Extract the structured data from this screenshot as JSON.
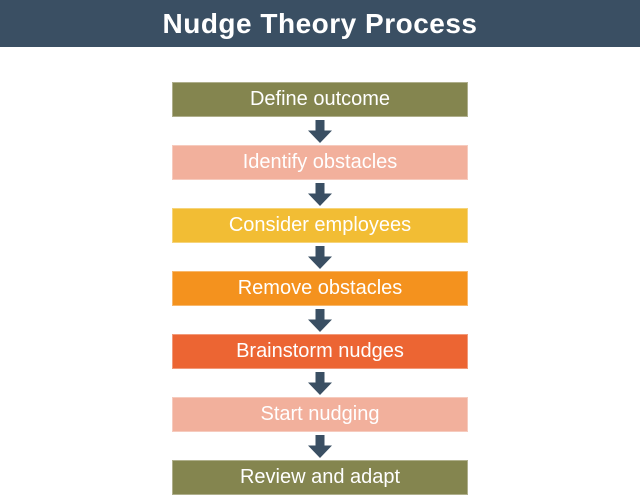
{
  "header": {
    "title": "Nudge Theory Process",
    "background": "#3a4f63",
    "text_color": "#ffffff"
  },
  "process": {
    "arrow_icon": "down-block-arrow",
    "arrow_color": "#3a4f63",
    "step_text_color": "#ffffff",
    "steps": [
      {
        "label": "Define outcome",
        "color": "#84854f"
      },
      {
        "label": "Identify obstacles",
        "color": "#f2b09c"
      },
      {
        "label": "Consider employees",
        "color": "#f2bd34"
      },
      {
        "label": "Remove obstacles",
        "color": "#f4921e"
      },
      {
        "label": "Brainstorm nudges",
        "color": "#ec6533"
      },
      {
        "label": "Start nudging",
        "color": "#f2b09c"
      },
      {
        "label": "Review and adapt",
        "color": "#84854f"
      }
    ]
  }
}
